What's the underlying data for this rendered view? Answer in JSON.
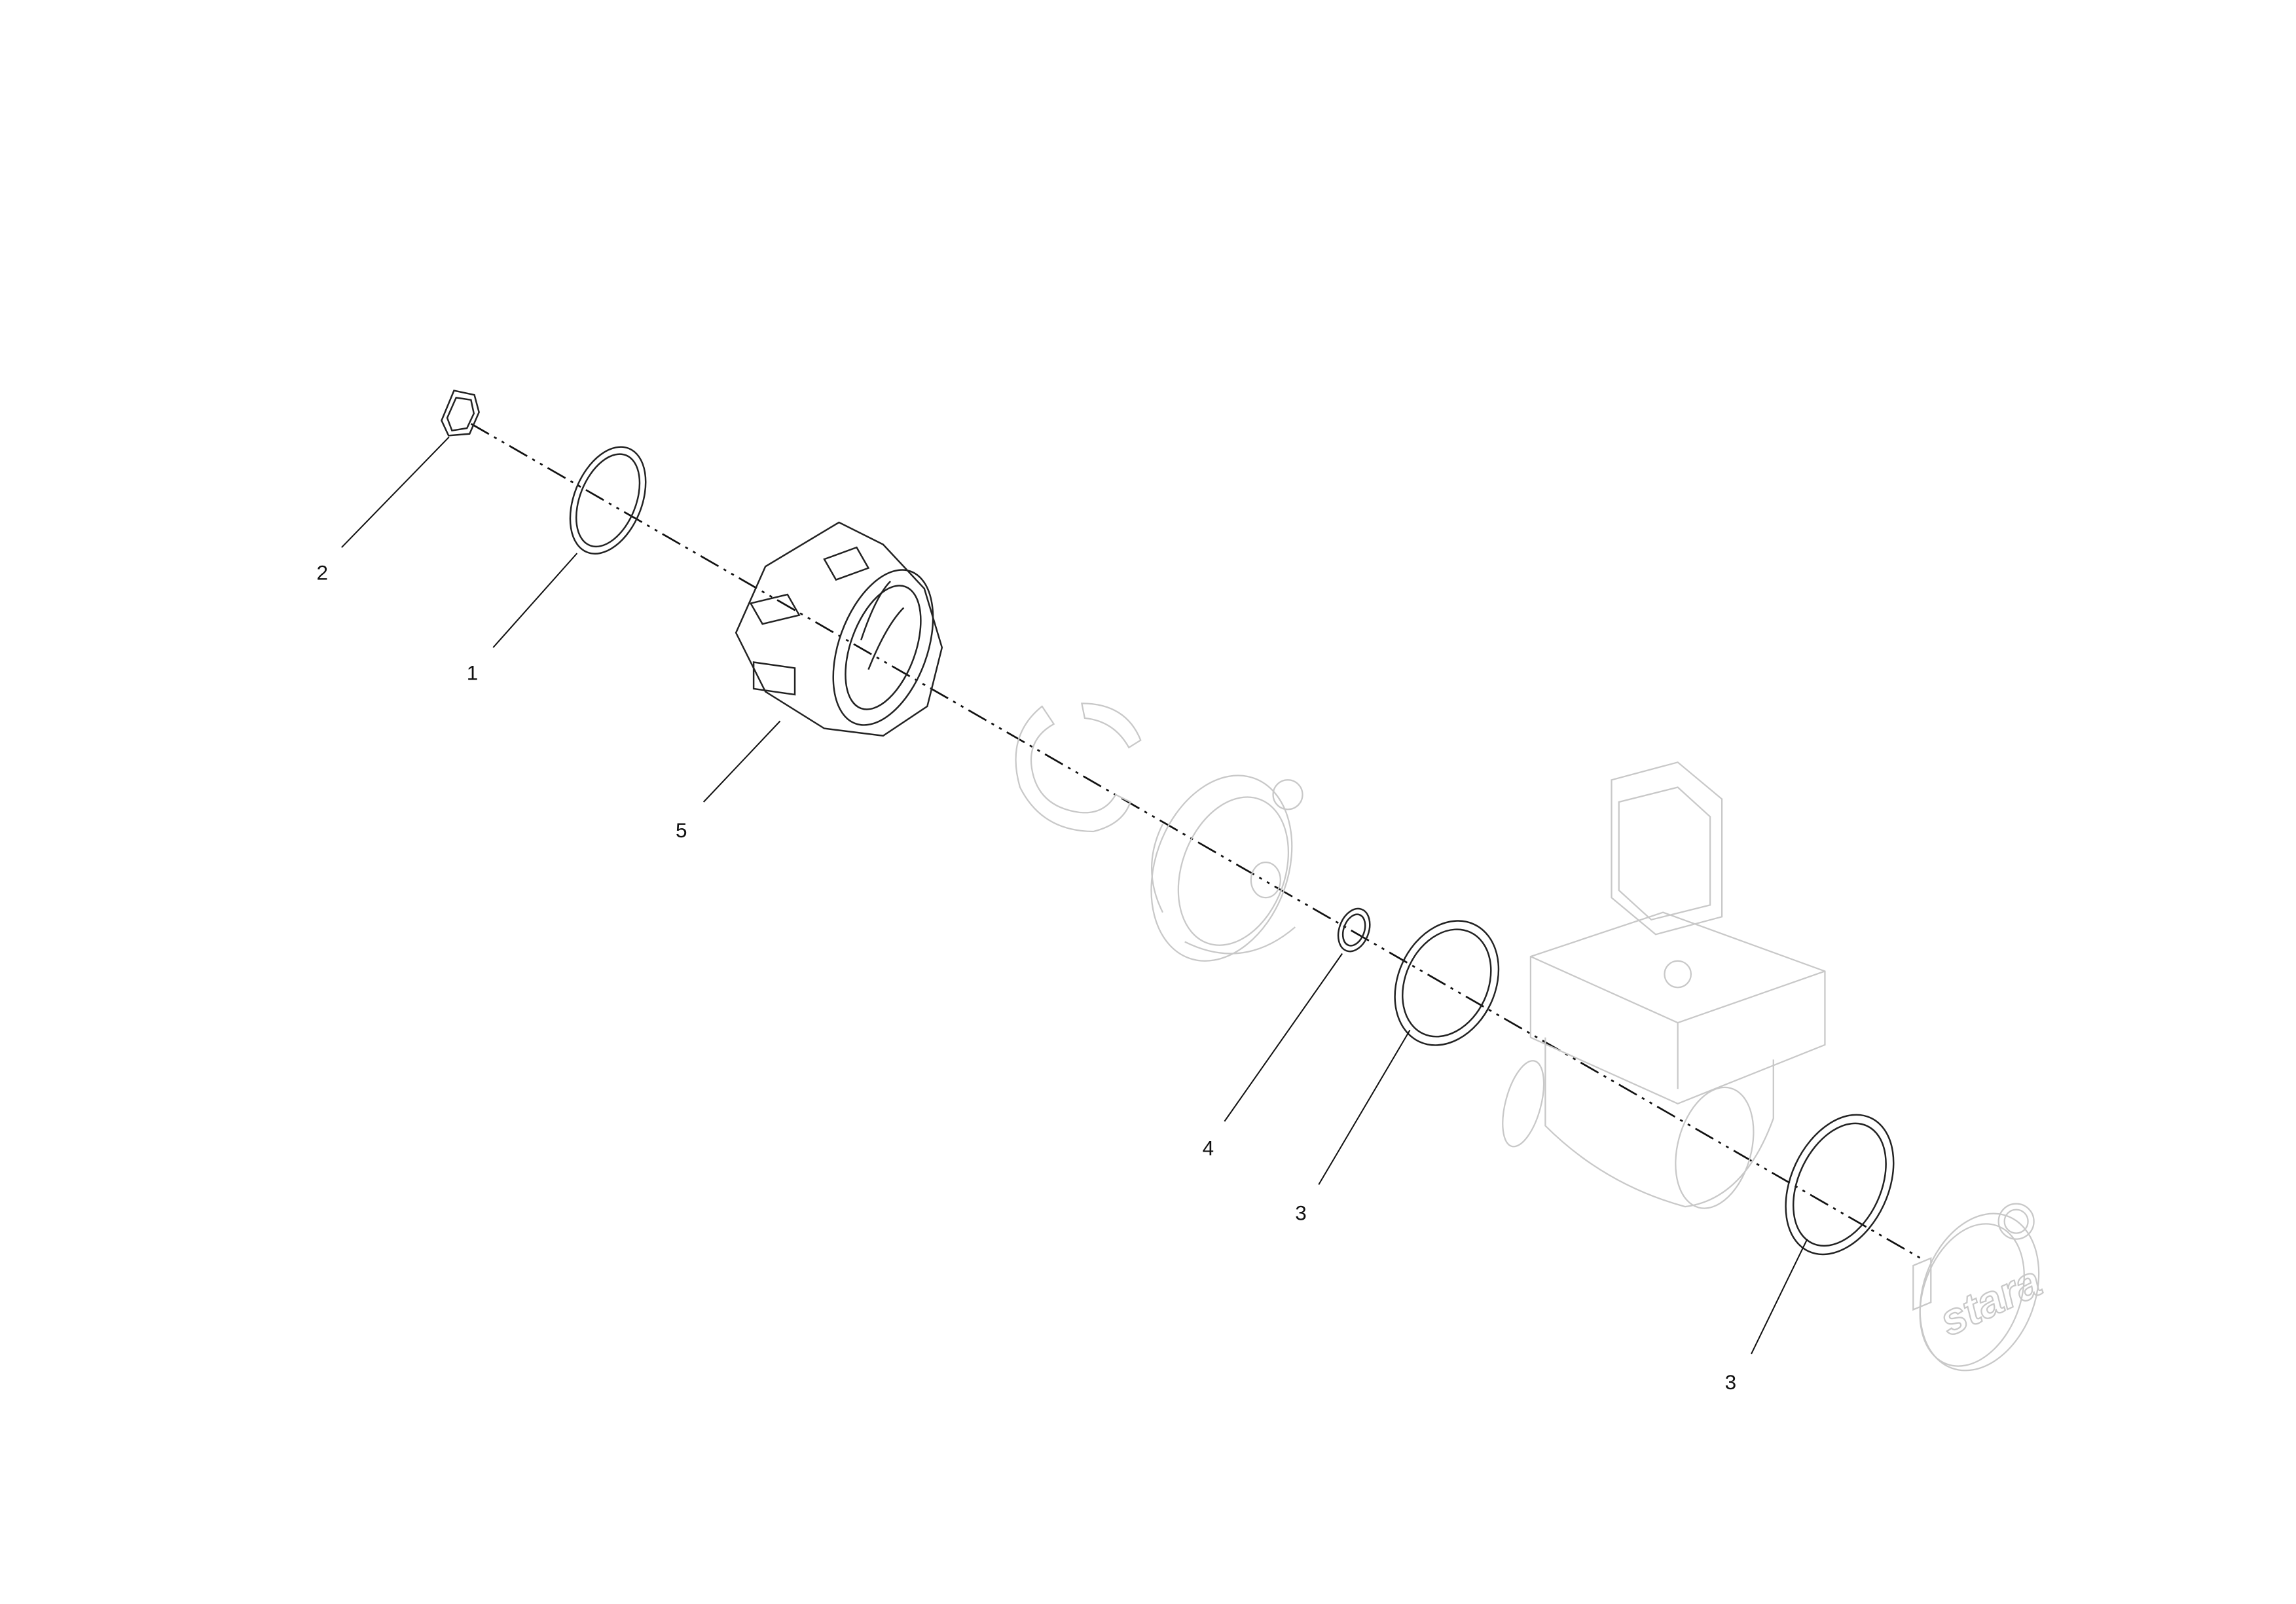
{
  "diagram": {
    "type": "exploded-parts-view",
    "callouts": [
      {
        "id": "callout-2",
        "label": "2",
        "part": "small-ring"
      },
      {
        "id": "callout-1",
        "label": "1",
        "part": "ring"
      },
      {
        "id": "callout-5",
        "label": "5",
        "part": "nut"
      },
      {
        "id": "callout-4",
        "label": "4",
        "part": "small-ring"
      },
      {
        "id": "callout-3a",
        "label": "3",
        "part": "ring"
      },
      {
        "id": "callout-3b",
        "label": "3",
        "part": "ring"
      }
    ],
    "logo_text": "stara",
    "colors": {
      "ink": "#222222",
      "ghost": "#c8c8c8",
      "background": "#ffffff"
    }
  }
}
